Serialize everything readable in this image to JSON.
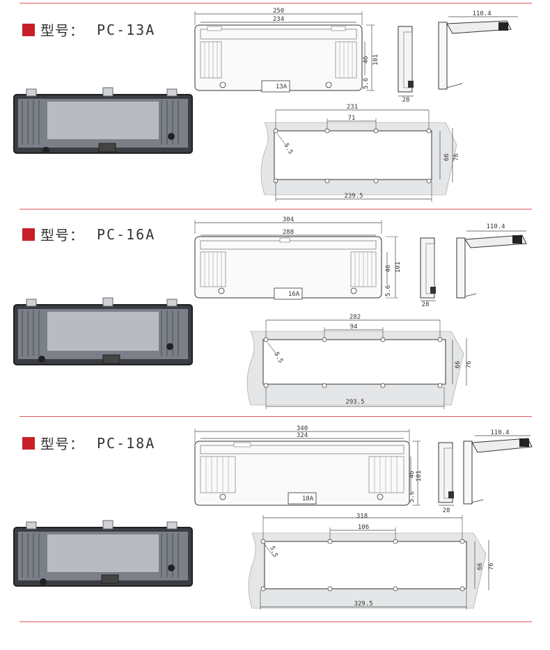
{
  "sections": [
    {
      "model_label": "型号：",
      "model_code": "PC-13A",
      "front": {
        "width": "250",
        "inner_width": "234",
        "height": "101",
        "mid_height": "46",
        "bottom_offset": "5.6",
        "badge": "13A"
      },
      "side": {
        "depth": "28"
      },
      "profile": {
        "width": "110.4"
      },
      "mount": {
        "hole_span": "231",
        "hole_pitch": "71",
        "hole_dia": "5.5",
        "opening_height": "66",
        "outer_height": "76",
        "outer_width": "239.5"
      }
    },
    {
      "model_label": "型号：",
      "model_code": "PC-16A",
      "front": {
        "width": "304",
        "inner_width": "288",
        "height": "101",
        "mid_height": "46",
        "bottom_offset": "5.6",
        "badge": "16A"
      },
      "side": {
        "depth": "28"
      },
      "profile": {
        "width": "110.4"
      },
      "mount": {
        "hole_span": "282",
        "hole_pitch": "94",
        "hole_dia": "5.5",
        "opening_height": "66",
        "outer_height": "76",
        "outer_width": "293.5"
      }
    },
    {
      "model_label": "型号：",
      "model_code": "PC-18A",
      "front": {
        "width": "340",
        "inner_width": "324",
        "height": "101",
        "mid_height": "46",
        "bottom_offset": "5.6",
        "badge": "18A"
      },
      "side": {
        "depth": "28"
      },
      "profile": {
        "width": "110.4"
      },
      "mount": {
        "hole_span": "318",
        "hole_pitch": "106",
        "hole_dia": "5.5",
        "opening_height": "66",
        "outer_height": "76",
        "outer_width": "329.5"
      }
    }
  ]
}
